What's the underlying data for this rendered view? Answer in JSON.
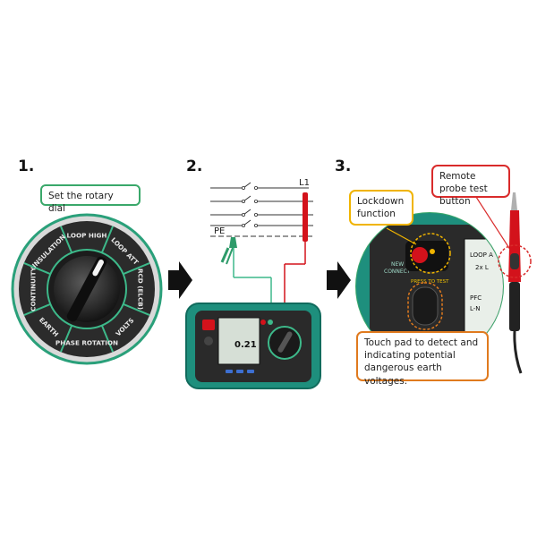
{
  "step1": {
    "number": "1.",
    "callout": "Set the rotary dial",
    "dial_labels": [
      "LOOP HIGH",
      "LOOP ATT",
      "RCD (ELCB)",
      "VOLTS",
      "PHASE ROTATION",
      "EARTH",
      "CONTINUITY",
      "INSULATION"
    ]
  },
  "step2": {
    "number": "2.",
    "line_label": "L1",
    "pe_label": "PE",
    "screen_reading": "0.21",
    "arrow_icon": "right-arrow-icon"
  },
  "step3": {
    "number": "3.",
    "callout_lockdown": "Lockdown function",
    "callout_remote_probe": "Remote probe test button",
    "callout_touch_pad": "Touch pad to detect and indicating potential dangerous earth voltages.",
    "device_labels": [
      "NEW",
      "CONNECT",
      "PRESS TO TEST",
      "LOOP A",
      "2x L",
      "PFC",
      "L-N"
    ]
  },
  "colors": {
    "green_border": "#3aa86a",
    "yellow_border": "#f0b400",
    "red_border": "#d92b2b",
    "orange_border": "#e07a1e",
    "device_teal": "#1f9a8a",
    "probe_red": "#d3121b"
  }
}
